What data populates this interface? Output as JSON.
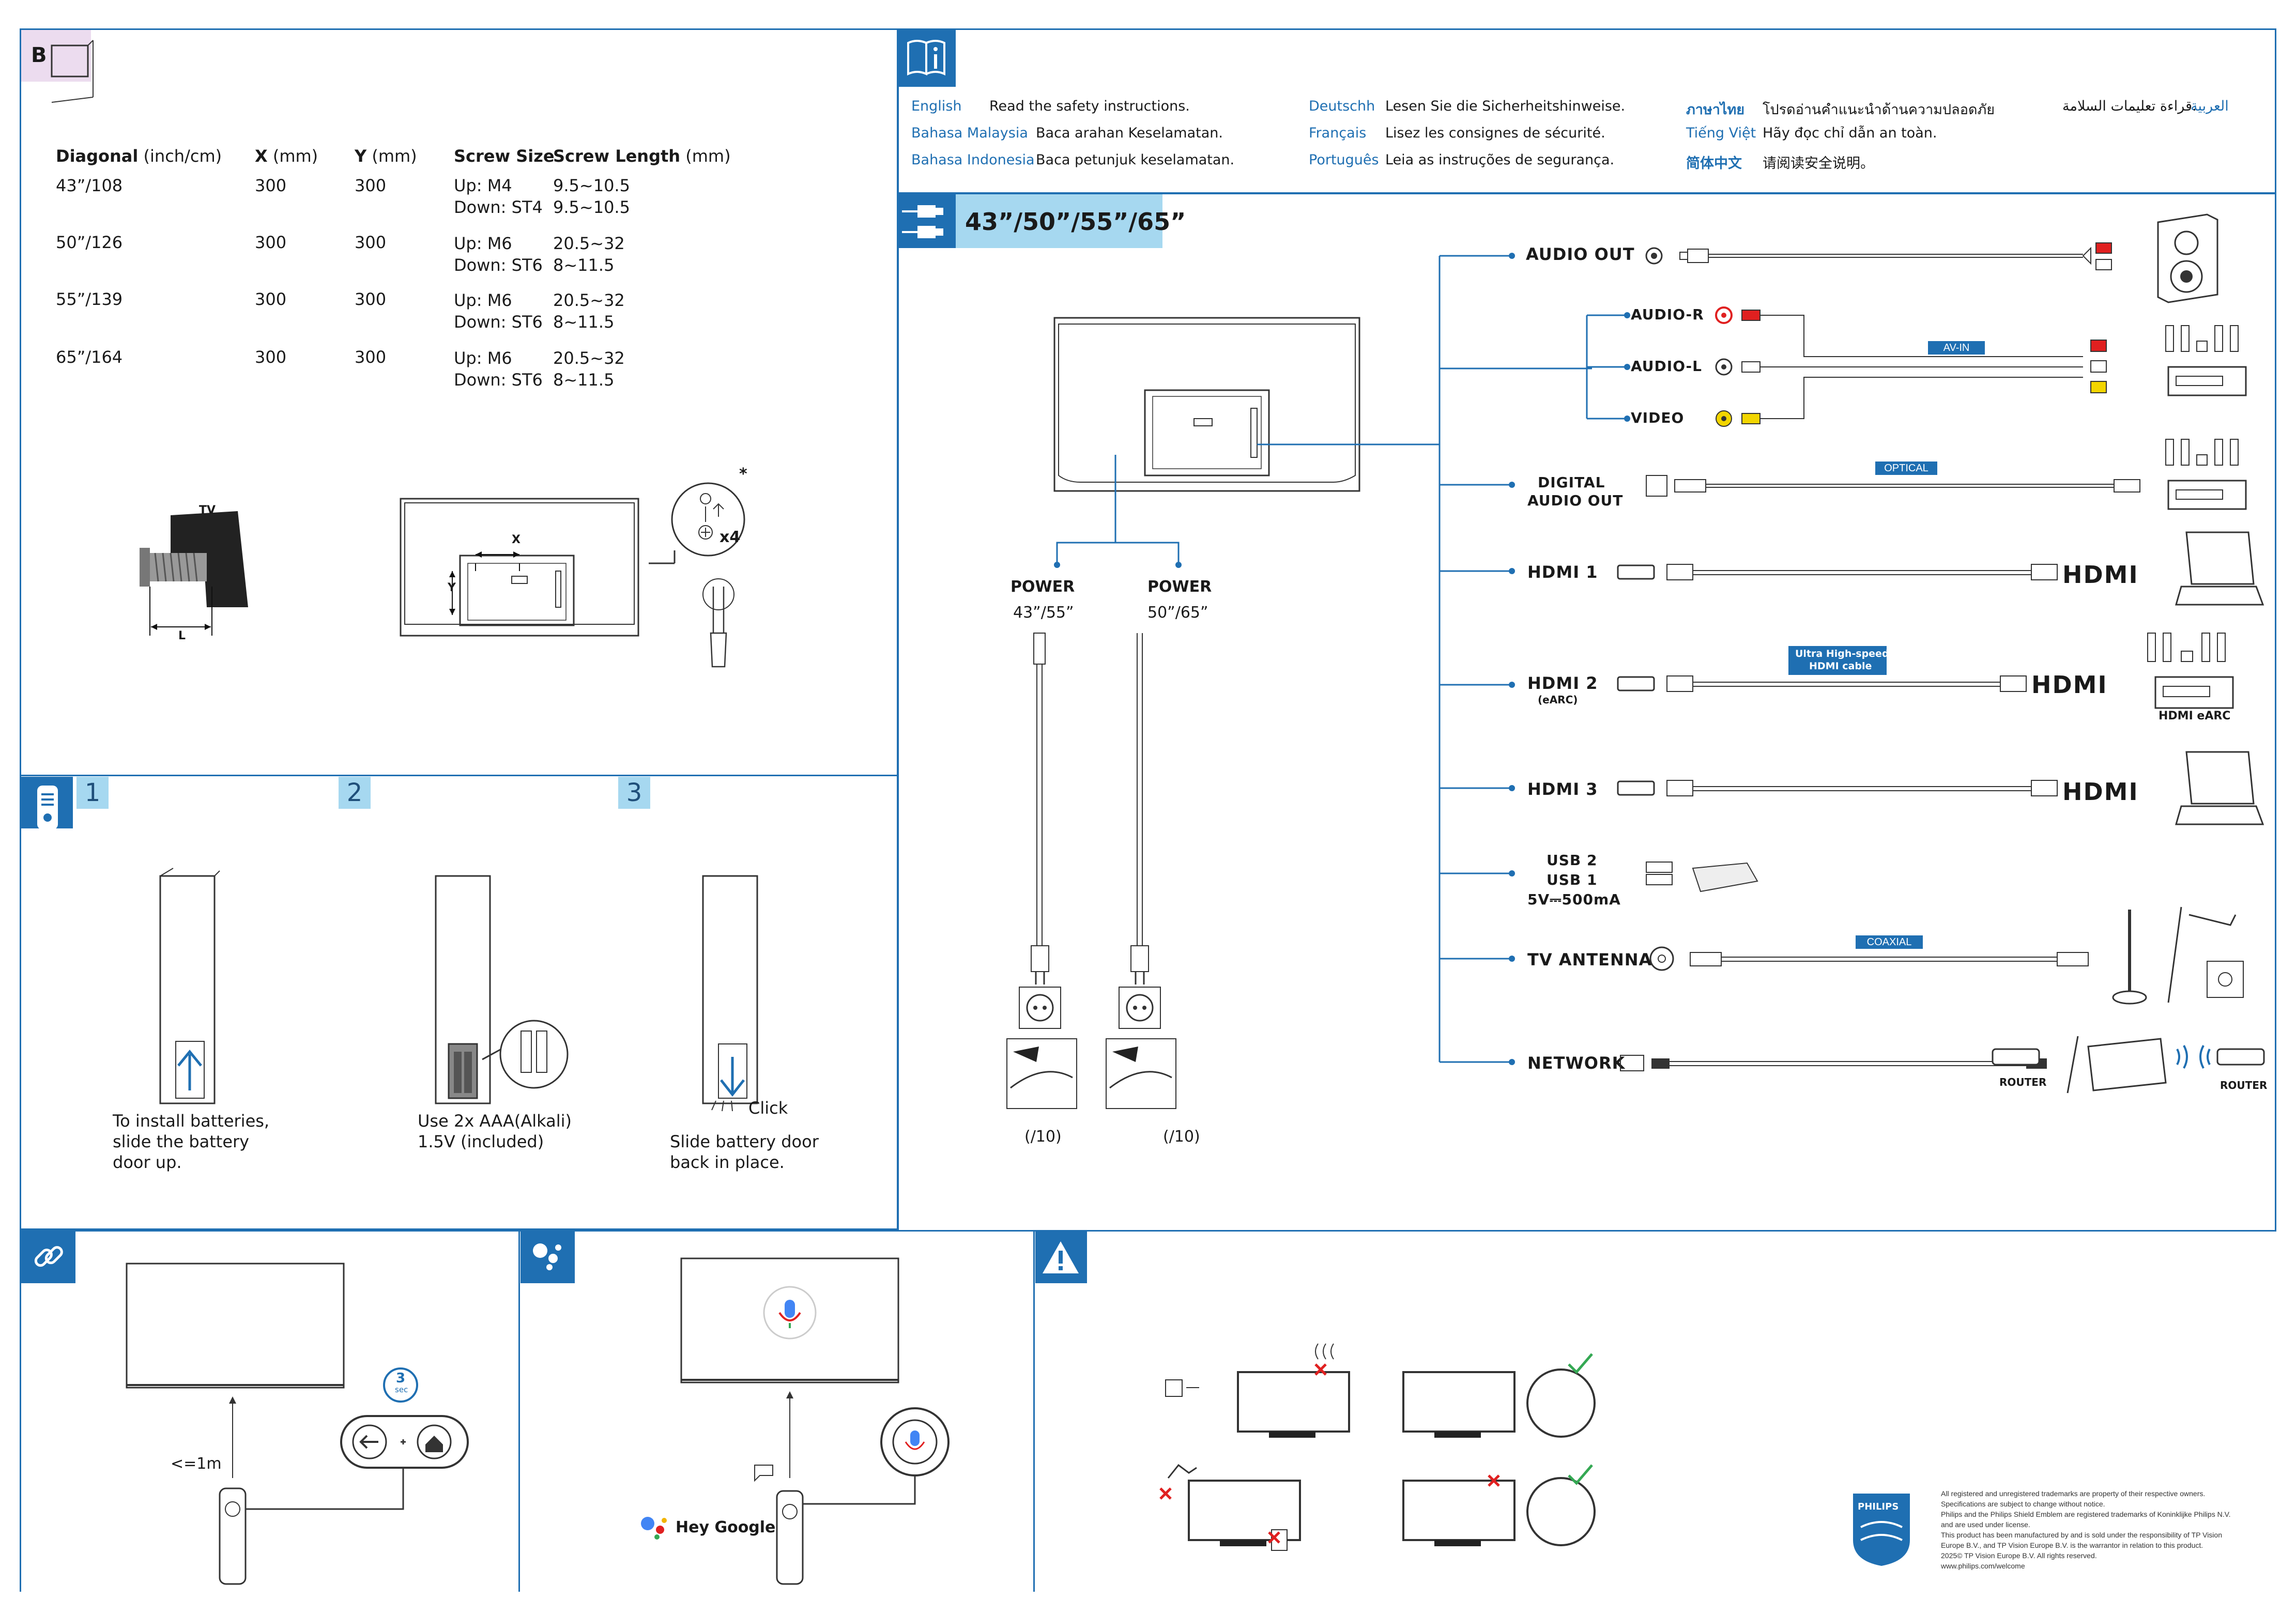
{
  "wall_mount": {
    "badge": "B",
    "headers": {
      "diagonal": "Diagonal",
      "diagonal_unit": " (inch/cm)",
      "x": "X",
      "x_unit": " (mm)",
      "y": "Y",
      "y_unit": " (mm)",
      "screw_size": "Screw Size",
      "screw_length": "Screw Length",
      "screw_length_unit": " (mm)"
    },
    "rows": [
      {
        "diag": "43”/108",
        "x": "300",
        "y": "300",
        "size1": "Up: M4",
        "size2": "Down: ST4",
        "len1": "9.5~10.5",
        "len2": "9.5~10.5"
      },
      {
        "diag": "50”/126",
        "x": "300",
        "y": "300",
        "size1": "Up: M6",
        "size2": "Down: ST6",
        "len1": "20.5~32",
        "len2": "8~11.5"
      },
      {
        "diag": "55”/139",
        "x": "300",
        "y": "300",
        "size1": "Up: M6",
        "size2": "Down: ST6",
        "len1": "20.5~32",
        "len2": "8~11.5"
      },
      {
        "diag": "65”/164",
        "x": "300",
        "y": "300",
        "size1": "Up: M6",
        "size2": "Down: ST6",
        "len1": "20.5~32",
        "len2": "8~11.5"
      }
    ],
    "diagram": {
      "tv": "TV",
      "l": "L",
      "x": "X",
      "y": "Y",
      "x4": "x4",
      "star": "*"
    }
  },
  "batteries": {
    "steps": [
      "1",
      "2",
      "3"
    ],
    "step1": {
      "text1": "To install batteries,",
      "text2": "slide the battery",
      "text3": "door up."
    },
    "step2": {
      "text1": "Use 2x AAA(Alkali)",
      "text2": "1.5V (included)"
    },
    "step3": {
      "click": "Click",
      "text1": "Slide battery door",
      "text2": "back in place."
    }
  },
  "safety": {
    "languages": [
      {
        "lang": "English",
        "text": "Read the safety instructions."
      },
      {
        "lang": "Bahasa Malaysia",
        "text": "Baca arahan Keselamatan."
      },
      {
        "lang": "Bahasa Indonesia",
        "text": "Baca petunjuk keselamatan."
      },
      {
        "lang": "Deutschh",
        "text": "Lesen Sie die Sicherheitshinweise."
      },
      {
        "lang": "Français",
        "text": "Lisez les consignes de sécurité."
      },
      {
        "lang": "Português",
        "text": "Leia as instruções de segurança."
      },
      {
        "lang": "ภาษาไทย",
        "text": "โปรดอ่านคำแนะนำด้านความปลอดภัย"
      },
      {
        "lang": "Tiếng Việt",
        "text": "Hãy đọc chỉ dẫn an toàn."
      },
      {
        "lang": "简体中文",
        "text": "请阅读安全说明。"
      },
      {
        "lang": "العربية",
        "text": "قراءة تعليمات السلامة."
      }
    ]
  },
  "connections": {
    "title": "43”/50”/55”/65”",
    "power_left": {
      "label": "POWER",
      "size": "43”/55”",
      "note": "(/10)"
    },
    "power_right": {
      "label": "POWER",
      "size": "50”/65”",
      "note": "(/10)"
    },
    "audio_out": "AUDIO OUT",
    "audio_r": "AUDIO-R",
    "audio_l": "AUDIO-L",
    "video": "VIDEO",
    "av_in": "AV-IN",
    "digital1": "DIGITAL",
    "digital2": "AUDIO OUT",
    "optical": "OPTICAL",
    "hdmi1": "HDMI 1",
    "hdmi2": "HDMI 2",
    "hdmi2_sub": "(eARC)",
    "uhs1": "Ultra High-speed",
    "uhs2": "HDMI cable",
    "hdmi_earc": "HDMI eARC",
    "hdmi3": "HDMI 3",
    "hdmi_logo": "HDMI",
    "usb2": "USB 2",
    "usb1": "USB 1",
    "usb_power": "5V⎓500mA",
    "antenna": "TV ANTENNA",
    "coaxial": "COAXIAL",
    "network": "NETWORK",
    "router": "ROUTER",
    "router2": "ROUTER"
  },
  "pairing": {
    "distance": "<=1m",
    "sec_num": "3",
    "sec_label": "sec"
  },
  "assistant": {
    "hey_google": "Hey Google"
  },
  "legal": {
    "brand": "PHILIPS",
    "lines": [
      "All registered and unregistered trademarks are property of their respective owners.",
      "Specifications are subject to change without notice.",
      "Philips and the Philips Shield Emblem are registered trademarks of Koninklijke Philips N.V.",
      "and are used under license.",
      "This product has been manufactured by and is sold under the responsibility of TP Vision",
      "Europe B.V., and TP Vision Europe B.V. is the warrantor in relation to this product.",
      "2025© TP Vision Europe B.V. All rights reserved.",
      "www.philips.com/welcome"
    ]
  },
  "colors": {
    "accent": "#1f6fb2",
    "light": "#a6d8f0",
    "red": "#e02020",
    "yellow": "#f2d500"
  }
}
